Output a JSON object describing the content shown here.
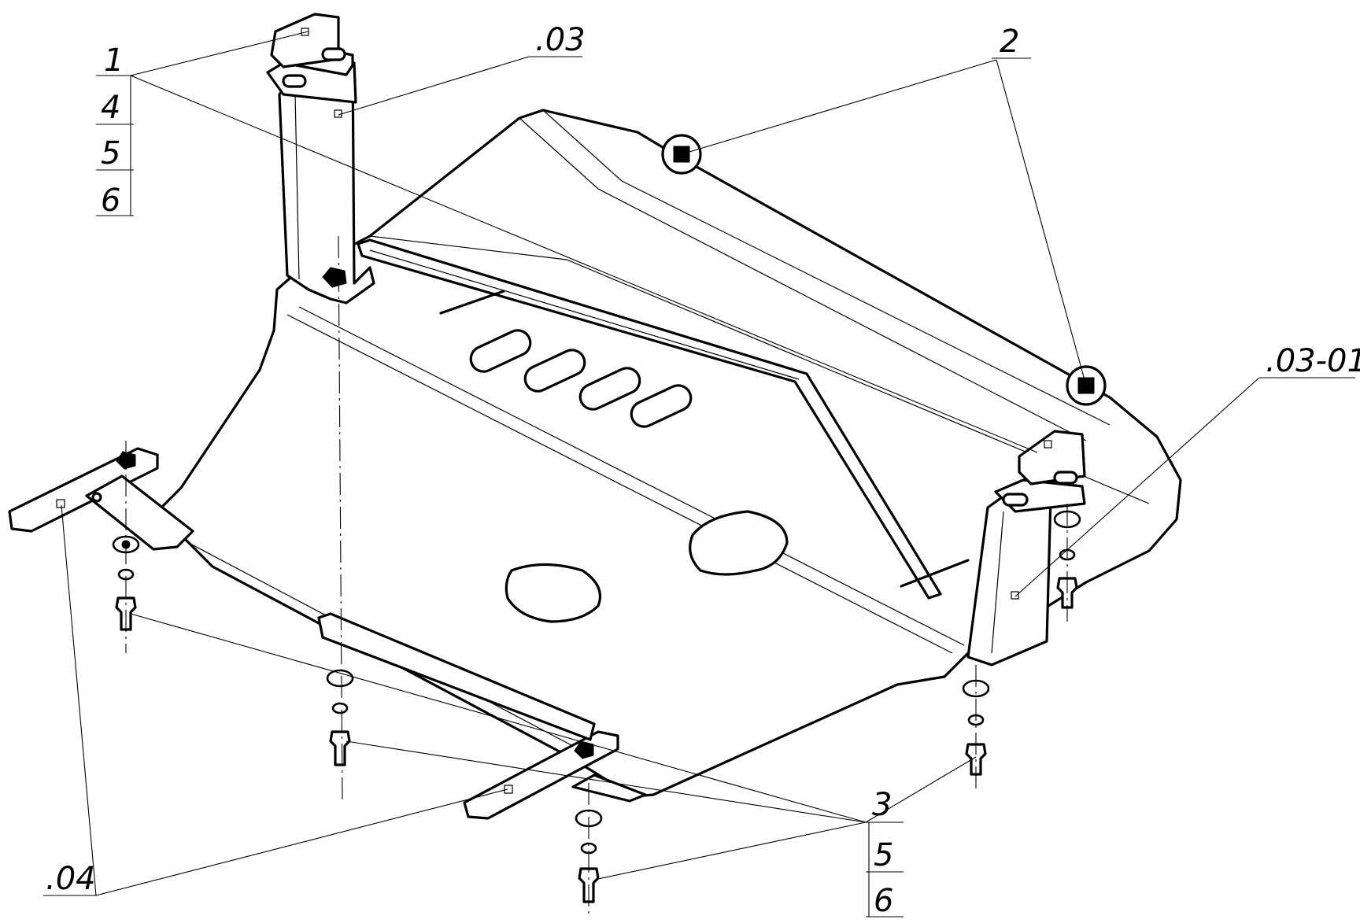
{
  "labels": {
    "l_1": "1",
    "l_4a": "4",
    "l_5a": "5",
    "l_6a": "6",
    "l_03": ".03",
    "l_2": "2",
    "l_0301": ".03-01",
    "l_04": ".04",
    "l_3": "3",
    "l_5b": "5",
    "l_6b": "6"
  }
}
